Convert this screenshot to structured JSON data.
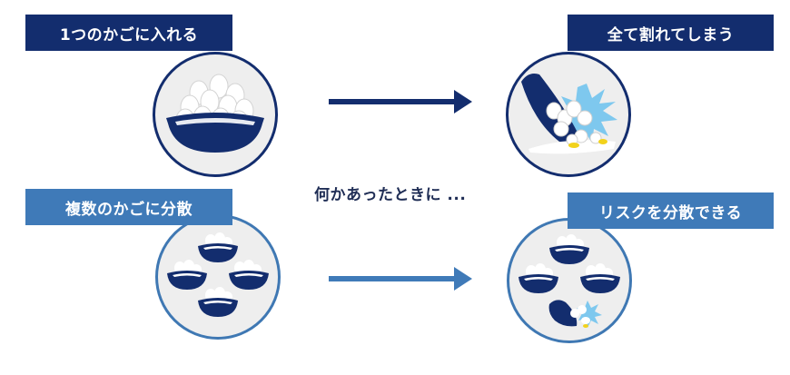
{
  "colors": {
    "dark_navy": "#132d6e",
    "medium_blue": "#3f7ab8",
    "circle_fill": "#eeeeee",
    "egg": "#ffffff",
    "splash": "#7ec8ee",
    "yolk": "#f2d21b"
  },
  "top_left": {
    "label": "1つのかごに入れる",
    "icon": "single-basket-of-eggs"
  },
  "top_right": {
    "label": "全て割れてしまう",
    "icon": "all-eggs-broken"
  },
  "bottom_left": {
    "label": "複数のかごに分散",
    "icon": "four-baskets-of-eggs"
  },
  "bottom_right": {
    "label": "リスクを分散できる",
    "icon": "three-baskets-safe-one-broken"
  },
  "middle": {
    "caption": "何かあったときに ..."
  },
  "arrows": [
    {
      "name": "top-arrow",
      "color": "#132d6e"
    },
    {
      "name": "bottom-arrow",
      "color": "#3f7ab8"
    }
  ]
}
